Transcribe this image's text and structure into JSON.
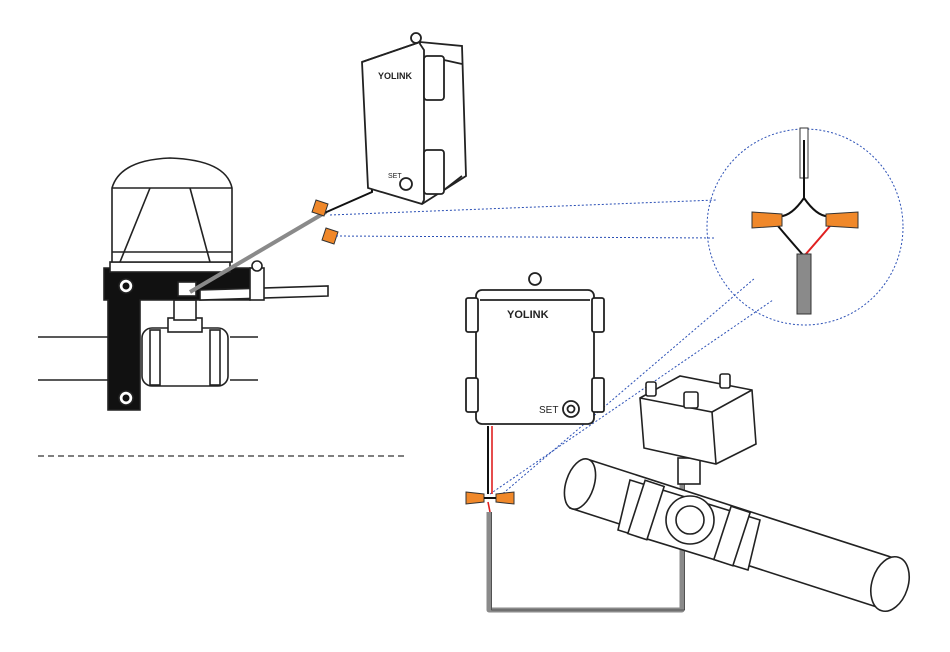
{
  "labels": {
    "brand_top": "YOLINK",
    "brand_bottom": "YOLINK",
    "set_top": "SET",
    "set_bottom": "SET"
  },
  "colors": {
    "outline": "#222222",
    "connector": "#f0882a",
    "wire_red": "#e02020",
    "wire_black": "#111111",
    "cable_gray": "#8a8a8a",
    "callout": "#2a4fb5"
  }
}
